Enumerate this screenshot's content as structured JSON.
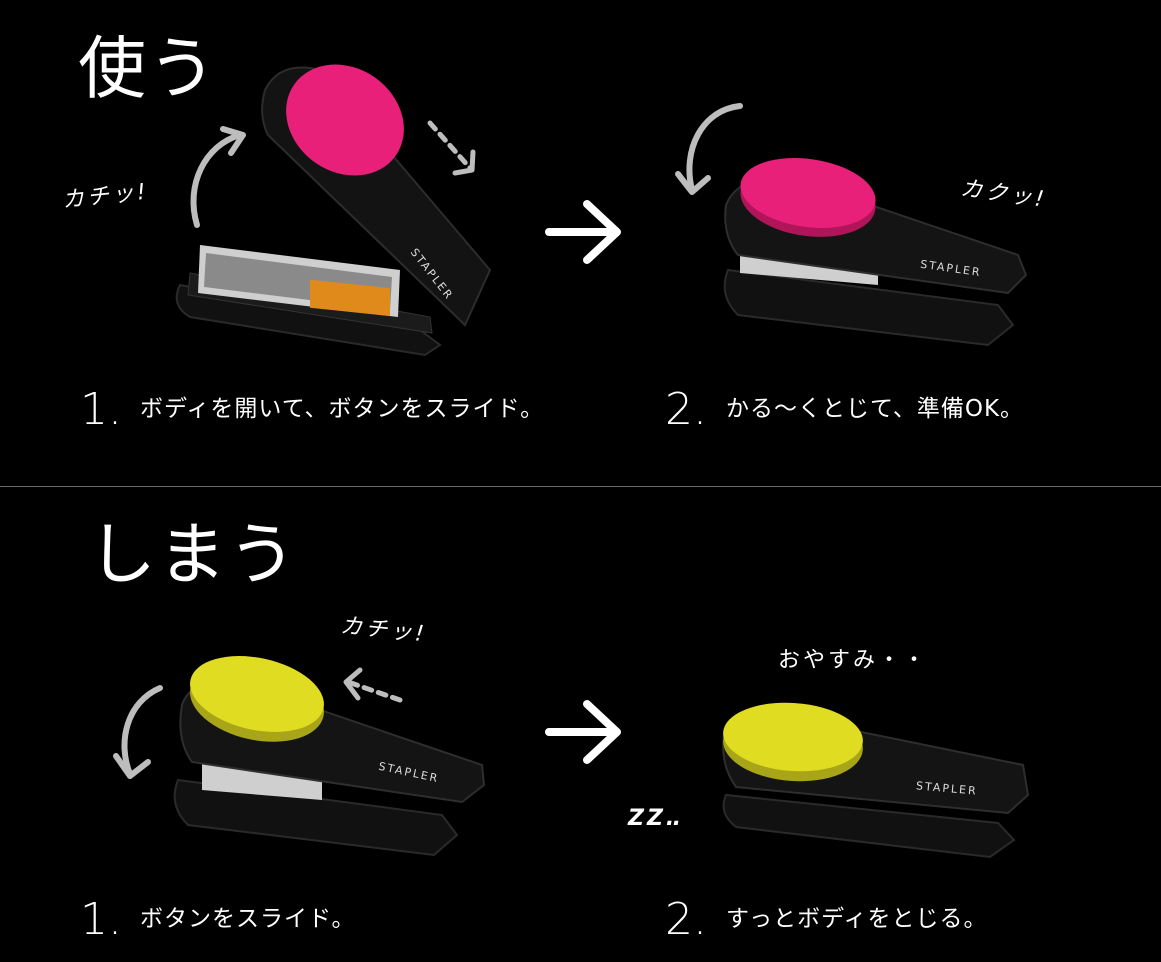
{
  "sections": {
    "use": {
      "title": "使う",
      "effect_left": "カチッ!",
      "effect_right": "カクッ!",
      "step1_number": "1.",
      "step1_text": "ボディを開いて、ボタンをスライド。",
      "step2_number": "2.",
      "step2_text": "かる〜くとじて、準備OK。"
    },
    "store": {
      "title": "しまう",
      "effect_left": "カチッ!",
      "effect_right": "おやすみ・・",
      "effect_sleep": "ZZ‥",
      "step1_number": "1.",
      "step1_text": "ボタンをスライド。",
      "step2_number": "2.",
      "step2_text": "すっとボディをとじる。"
    }
  },
  "stapler_label": "STAPLER",
  "colors": {
    "background": "#000000",
    "button_use": "#e8207a",
    "button_store": "#e0dc22",
    "body": "#151515",
    "divider": "#6a6a6a"
  }
}
